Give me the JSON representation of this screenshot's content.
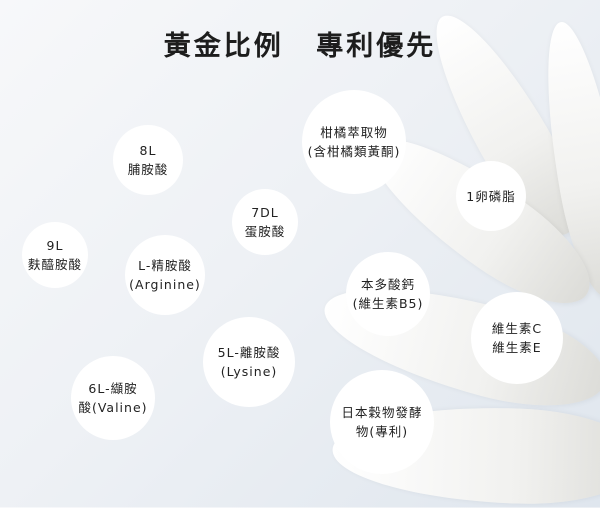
{
  "title": {
    "part1": "黃金比例",
    "part2": "專利優先"
  },
  "ingredients": [
    {
      "line1": "8L",
      "line2": "脯胺酸"
    },
    {
      "line1": "7DL",
      "line2": "蛋胺酸"
    },
    {
      "line1": "9L",
      "line2": "麩醯胺酸"
    },
    {
      "line1": "L-精胺酸",
      "line2": "(Arginine)"
    },
    {
      "line1": "5L-離胺酸",
      "line2": "(Lysine)"
    },
    {
      "line1": "6L-纈胺",
      "line2": "酸(Valine)"
    },
    {
      "line1": "柑橘萃取物",
      "line2": "(含柑橘類黃酮)"
    },
    {
      "line1": "1卵磷脂"
    },
    {
      "line1": "本多酸鈣",
      "line2": "(維生素B5)"
    },
    {
      "line1": "維生素C",
      "line2": "維生素E"
    },
    {
      "line1": "日本穀物發酵",
      "line2": "物(專利)"
    }
  ]
}
